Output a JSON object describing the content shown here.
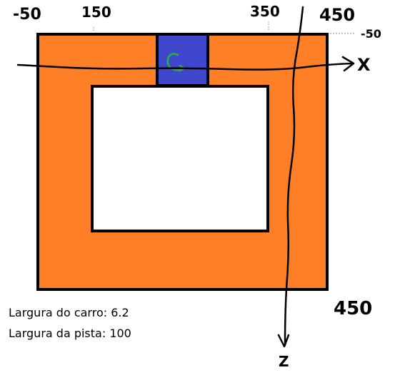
{
  "colors": {
    "track": "#FF7F27",
    "start_block": "#3F48CC",
    "outline": "#000000",
    "inner": "#FFFFFF",
    "rotation_arrow": "#22B14C"
  },
  "axis_labels": {
    "x": "X",
    "z": "Z"
  },
  "ticks": {
    "left": "-50",
    "start_left": "150",
    "start_right": "350",
    "right": "450",
    "top": "-50",
    "bottom": "450"
  },
  "notes": {
    "car_width": "Largura do carro: 6.2",
    "track_width": "Largura da pista: 100"
  },
  "icons": {
    "rotation": "rotation-arrow-icon"
  }
}
